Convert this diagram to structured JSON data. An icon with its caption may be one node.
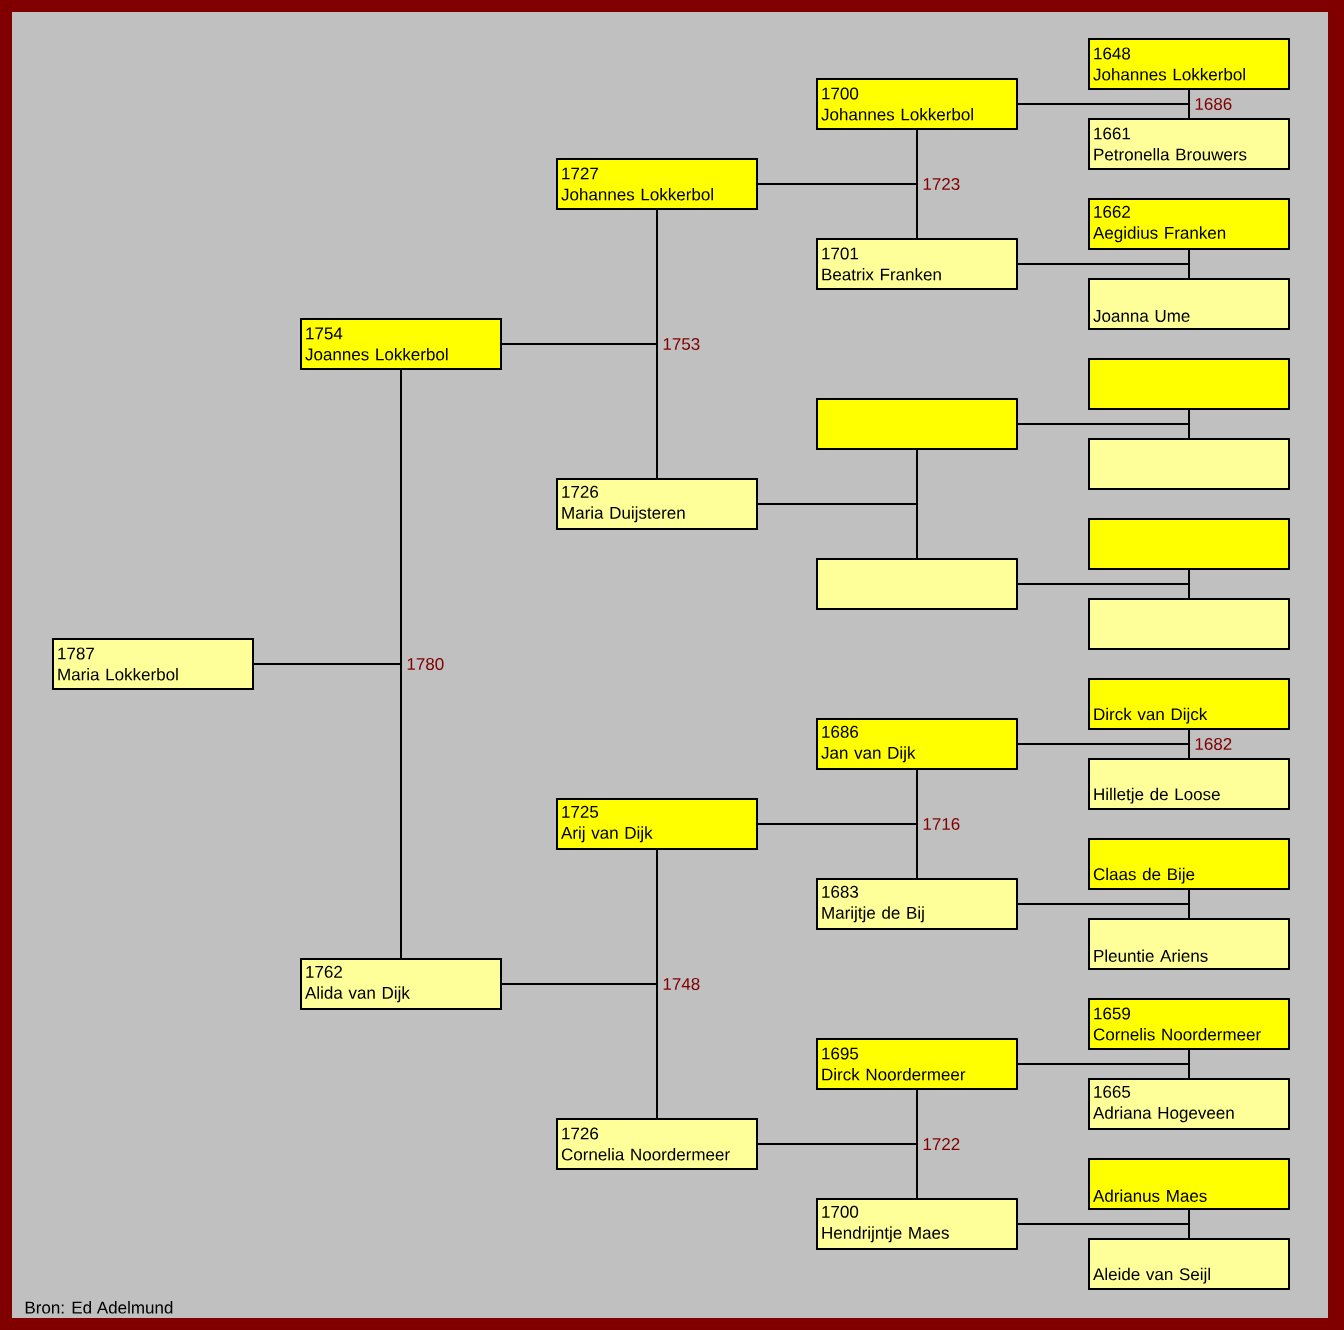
{
  "diagram": {
    "nodes": [
      {
        "text": [
          "1787",
          "Maria Lokkerbol"
        ]
      },
      {
        "text": [
          "1754",
          "Joannes Lokkerbol"
        ]
      },
      {
        "text": [
          "1762",
          "Alida van Dijk"
        ]
      },
      {
        "text": [
          "1727",
          "Johannes Lokkerbol"
        ]
      },
      {
        "text": [
          "1726",
          "Maria Duijsteren"
        ]
      },
      {
        "text": [
          "1725",
          "Arij van Dijk"
        ]
      },
      {
        "text": [
          "1726",
          "Cornelia Noordermeer"
        ]
      },
      {
        "text": [
          "1700",
          "Johannes Lokkerbol"
        ]
      },
      {
        "text": [
          "1701",
          "Beatrix Franken"
        ]
      },
      {
        "text": [],
        "shape": "box"
      },
      {
        "text": [],
        "shape": "box"
      },
      {
        "text": [
          "1686",
          "Jan van Dijk"
        ]
      },
      {
        "text": [
          "1683",
          "Marijtje de Bij"
        ]
      },
      {
        "text": [
          "1695",
          "Dirck Noordermeer"
        ]
      },
      {
        "text": [
          "1700",
          "Hendrijntje Maes"
        ]
      },
      {
        "text": [
          "1648",
          "Johannes Lokkerbol"
        ]
      },
      {
        "text": [
          "1661",
          "Petronella Brouwers"
        ]
      },
      {
        "text": [
          "1662",
          "Aegidius Franken"
        ]
      },
      {
        "text": [
          "Joanna Ume"
        ]
      },
      {
        "text": [],
        "shape": "box"
      },
      {
        "text": [],
        "shape": "box"
      },
      {
        "text": [],
        "shape": "box"
      },
      {
        "text": [],
        "shape": "box"
      },
      {
        "text": [
          "Dirck van Dijck"
        ]
      },
      {
        "text": [
          "Hilletje de Loose"
        ]
      },
      {
        "text": [
          "Claas de Bije"
        ]
      },
      {
        "text": [
          "Pleuntie Ariens"
        ]
      },
      {
        "text": [
          "1659",
          "Cornelis Noordermeer"
        ]
      },
      {
        "text": [
          "1665",
          "Adriana Hogeveen"
        ]
      },
      {
        "text": [
          "Adrianus Maes"
        ]
      },
      {
        "text": [
          "Aleide van Seijl"
        ]
      }
    ],
    "edges": [
      {
        "from": 0,
        "to": 1,
        "arrow": "none",
        "label": "1780"
      },
      {
        "from": 0,
        "to": 2,
        "arrow": "none"
      },
      {
        "from": 1,
        "to": 3,
        "arrow": "none",
        "label": "1753"
      },
      {
        "from": 1,
        "to": 4,
        "arrow": "none"
      },
      {
        "from": 2,
        "to": 5,
        "arrow": "none",
        "label": "1748"
      },
      {
        "from": 2,
        "to": 6,
        "arrow": "none"
      },
      {
        "from": 3,
        "to": 7,
        "arrow": "none",
        "label": "1723"
      },
      {
        "from": 3,
        "to": 8,
        "arrow": "none"
      },
      {
        "from": 4,
        "to": 9,
        "arrow": "none"
      },
      {
        "from": 4,
        "to": 10,
        "arrow": "none"
      },
      {
        "from": 5,
        "to": 11,
        "arrow": "none",
        "label": "1716"
      },
      {
        "from": 5,
        "to": 12,
        "arrow": "none"
      },
      {
        "from": 6,
        "to": 13,
        "arrow": "none",
        "label": "1722"
      },
      {
        "from": 6,
        "to": 14,
        "arrow": "none"
      },
      {
        "from": 7,
        "to": 15,
        "arrow": "none",
        "label": "1686"
      },
      {
        "from": 7,
        "to": 16,
        "arrow": "none"
      },
      {
        "from": 8,
        "to": 17,
        "arrow": "none"
      },
      {
        "from": 8,
        "to": 18,
        "arrow": "none"
      },
      {
        "from": 9,
        "to": 19,
        "arrow": "none"
      },
      {
        "from": 9,
        "to": 20,
        "arrow": "none"
      },
      {
        "from": 10,
        "to": 21,
        "arrow": "none"
      },
      {
        "from": 10,
        "to": 22,
        "arrow": "none"
      },
      {
        "from": 11,
        "to": 23,
        "arrow": "none",
        "label": "1682"
      },
      {
        "from": 11,
        "to": 24,
        "arrow": "none"
      },
      {
        "from": 12,
        "to": 25,
        "arrow": "none"
      },
      {
        "from": 12,
        "to": 26,
        "arrow": "none"
      },
      {
        "from": 13,
        "to": 27,
        "arrow": "none"
      },
      {
        "from": 13,
        "to": 28,
        "arrow": "none"
      },
      {
        "from": 14,
        "to": 29,
        "arrow": "none"
      },
      {
        "from": 14,
        "to": 30,
        "arrow": "none"
      }
    ],
    "labels": [
      "Bron: Ed Adelmund"
    ]
  }
}
